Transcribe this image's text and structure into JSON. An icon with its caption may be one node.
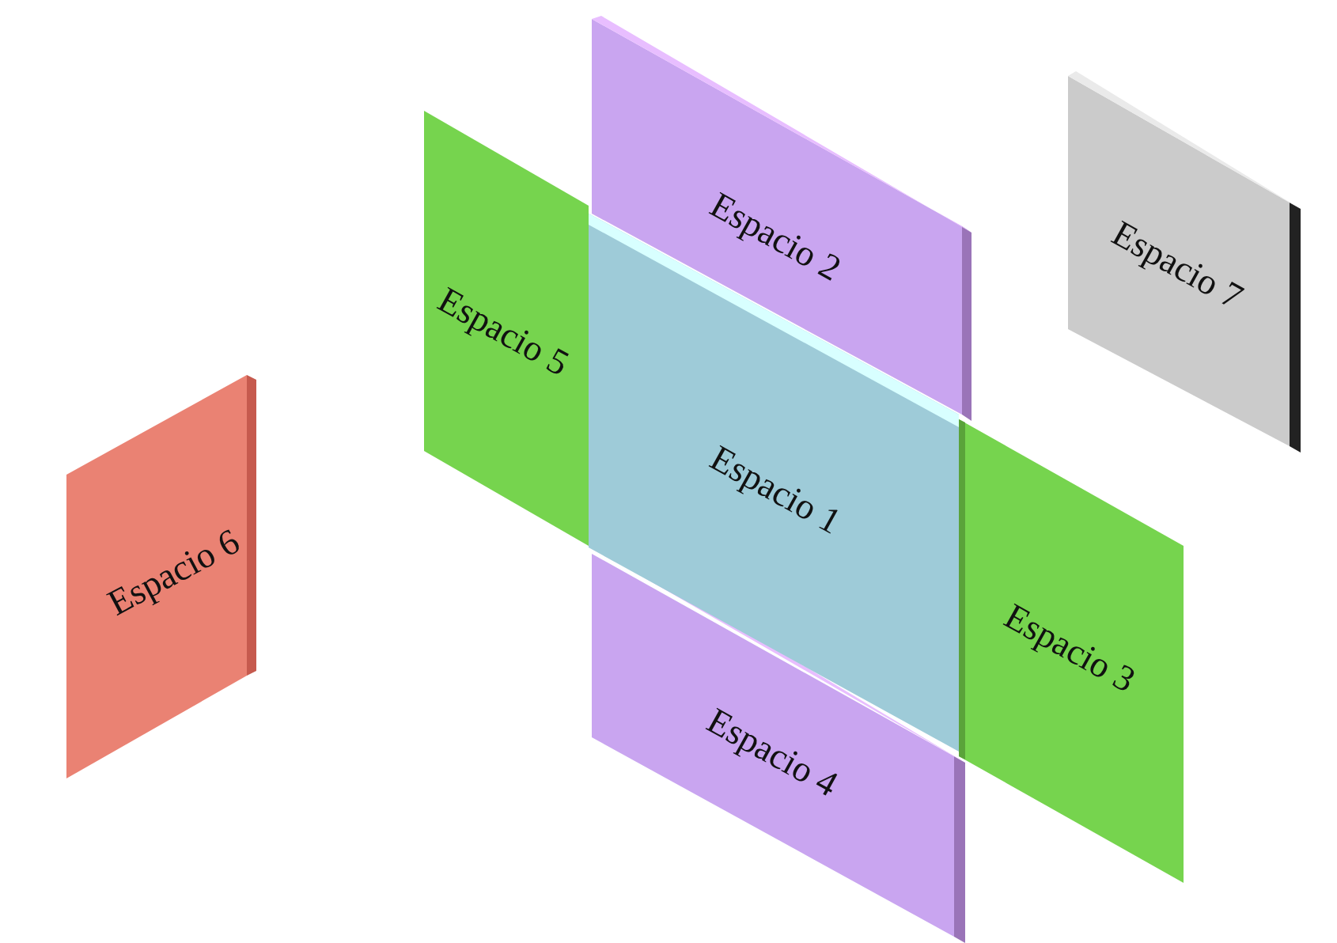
{
  "diagram": {
    "nodes": [
      {
        "text": [
          "Espacio 1"
        ]
      },
      {
        "text": [
          "Espacio 2"
        ]
      },
      {
        "text": [
          "Espacio 3"
        ]
      },
      {
        "text": [
          "Espacio 4"
        ]
      },
      {
        "text": [
          "Espacio 5"
        ]
      },
      {
        "text": [
          "Espacio 6"
        ]
      },
      {
        "text": [
          "Espacio 7"
        ]
      }
    ]
  }
}
